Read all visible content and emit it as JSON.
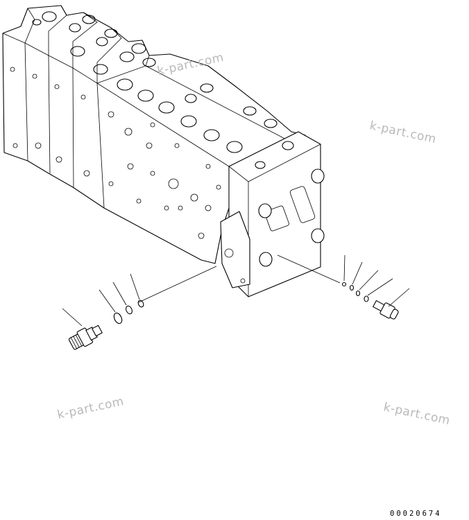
{
  "watermark": {
    "text": "k-part.com"
  },
  "drawing_number": "00020674",
  "parts": [
    {
      "id": "relief-valve",
      "icon": "relief-valve-icon"
    },
    {
      "id": "o-ring-large",
      "icon": "o-ring-icon"
    },
    {
      "id": "o-ring-medium",
      "icon": "o-ring-icon"
    },
    {
      "id": "o-ring-small",
      "icon": "o-ring-icon"
    },
    {
      "id": "small-plug",
      "icon": "plug-icon"
    },
    {
      "id": "small-o-ring-a",
      "icon": "o-ring-icon"
    },
    {
      "id": "small-o-ring-b",
      "icon": "o-ring-icon"
    },
    {
      "id": "small-o-ring-c",
      "icon": "o-ring-icon"
    },
    {
      "id": "plug-valve",
      "icon": "plug-icon"
    }
  ]
}
